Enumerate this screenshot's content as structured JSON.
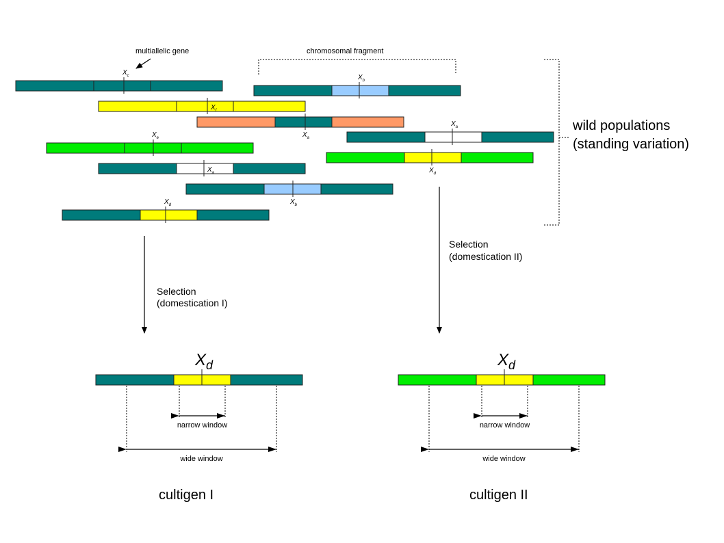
{
  "colors": {
    "teal": "#007b7b",
    "yellow": "#ffff00",
    "salmon": "#ff9966",
    "green": "#00ee00",
    "lightblue": "#99ccff",
    "white": "#ffffff"
  },
  "annotations": {
    "multiallelic_gene": "multiallelic gene",
    "chromosomal_fragment": "chromosomal fragment",
    "wild_populations_line1": "wild populations",
    "wild_populations_line2": "(standing variation)"
  },
  "selection": [
    {
      "line1": "Selection",
      "line2": "(domestication I)"
    },
    {
      "line1": "Selection",
      "line2": "(domestication II)"
    }
  ],
  "wild_fragments": [
    {
      "flank": "teal",
      "gene": "teal",
      "allele": "c"
    },
    {
      "flank": "yellow",
      "gene": "yellow",
      "allele": "f"
    },
    {
      "flank": "salmon",
      "gene": "teal",
      "allele": "a"
    },
    {
      "flank": "green",
      "gene": "green",
      "allele": "e"
    },
    {
      "flank": "teal",
      "gene": "white",
      "allele": "a"
    },
    {
      "flank": "teal",
      "gene": "lightblue",
      "allele": "b"
    },
    {
      "flank": "teal",
      "gene": "yellow",
      "allele": "d"
    },
    {
      "flank": "teal",
      "gene": "lightblue",
      "allele": "b"
    },
    {
      "flank": "teal",
      "gene": "white",
      "allele": "a"
    },
    {
      "flank": "green",
      "gene": "yellow",
      "allele": "d"
    }
  ],
  "cultigens": [
    {
      "name": "cultigen I",
      "flank": "teal",
      "gene": "yellow",
      "allele_main": "X",
      "allele_sub": "d",
      "narrow_label": "narrow window",
      "wide_label": "wide window"
    },
    {
      "name": "cultigen II",
      "flank": "green",
      "gene": "yellow",
      "allele_main": "X",
      "allele_sub": "d",
      "narrow_label": "narrow window",
      "wide_label": "wide window"
    }
  ]
}
